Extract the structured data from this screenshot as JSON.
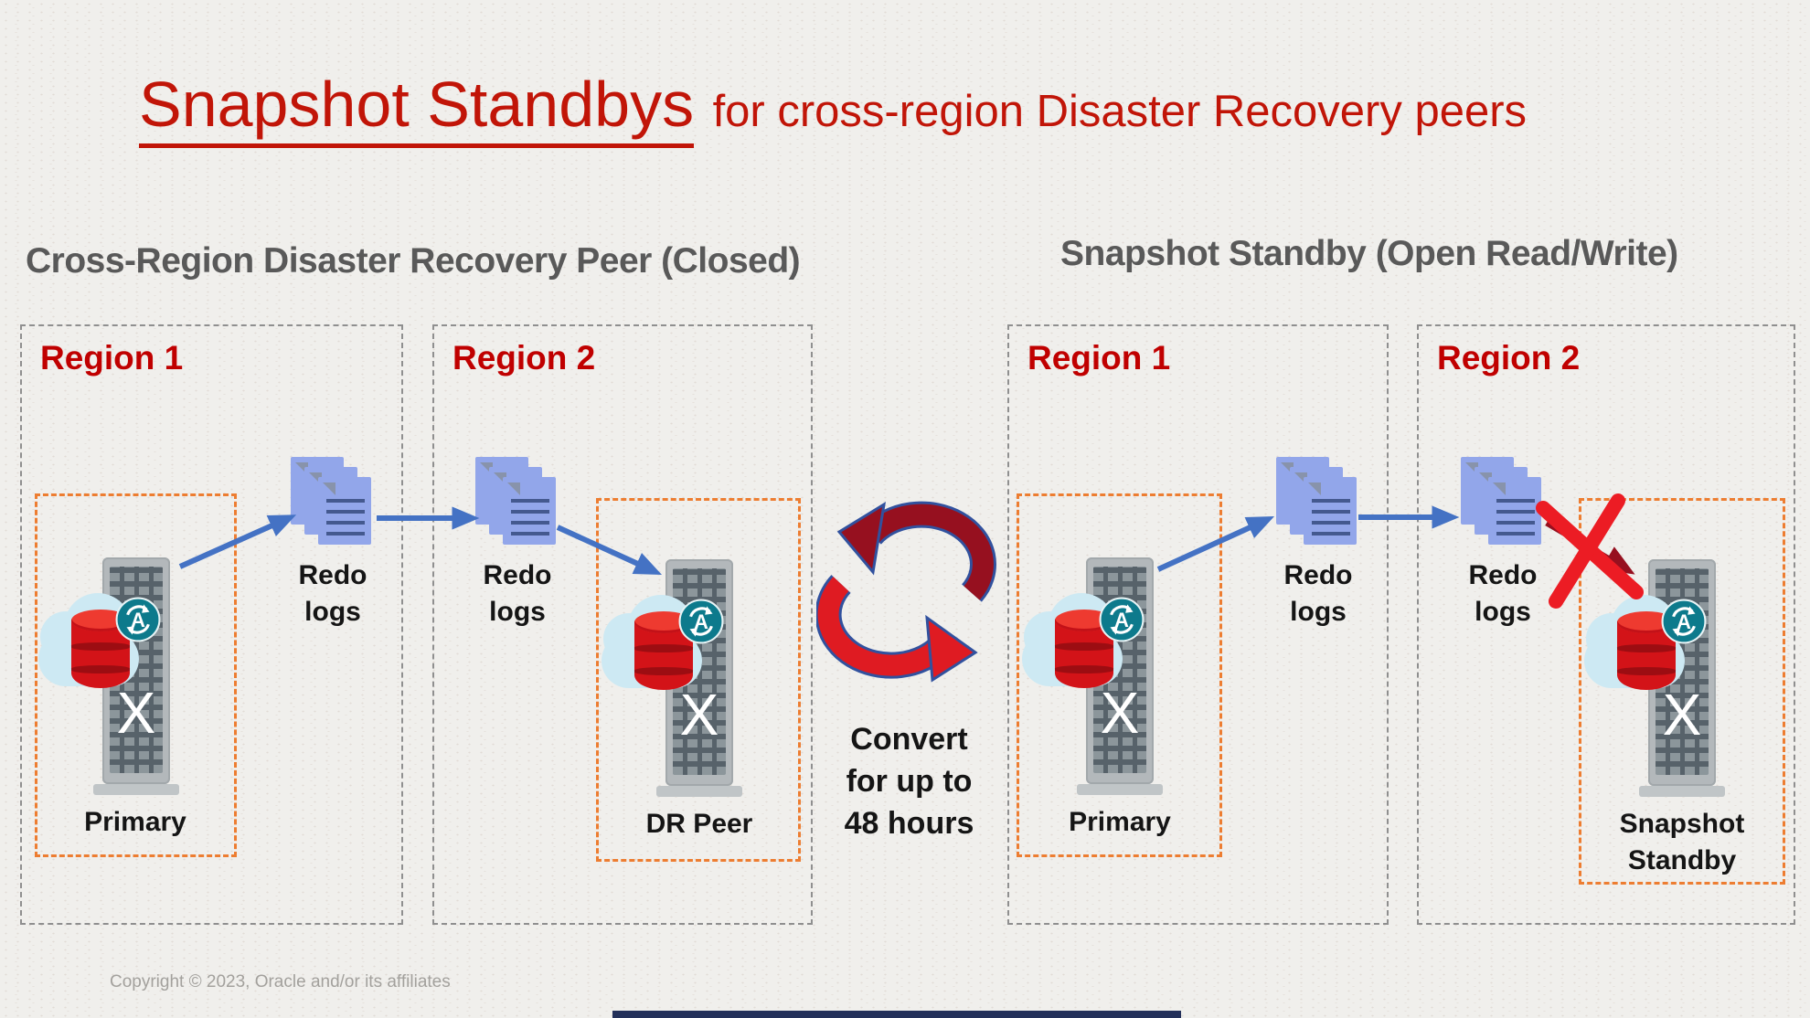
{
  "slide": {
    "title_main": "Snapshot Standbys",
    "title_suffix": "for cross-region Disaster Recovery peers",
    "copyright": "Copyright © 2023, Oracle and/or its affiliates"
  },
  "left_panel": {
    "header": "Cross-Region Disaster Recovery Peer (Closed)",
    "region1_label": "Region 1",
    "region2_label": "Region 2",
    "primary_label": "Primary",
    "dr_peer_label": "DR Peer"
  },
  "right_panel": {
    "header": "Snapshot Standby (Open Read/Write)",
    "region1_label": "Region 1",
    "region2_label": "Region 2",
    "primary_label": "Primary",
    "standby_line1": "Snapshot",
    "standby_line2": "Standby"
  },
  "labels": {
    "redo_line1": "Redo",
    "redo_line2": "logs",
    "convert_line1": "Convert",
    "convert_line2": "for up to",
    "convert_line3": "48 hours",
    "server_x": "X",
    "badge_letter": "A"
  },
  "colors": {
    "title_red": "#c11508",
    "region_label_red": "#c00000",
    "header_gray": "#595959",
    "arrow_blue": "#4472c4",
    "dark_red_arrow": "#96101f",
    "bright_red_x": "#ec1c24",
    "orange_dash": "#ed7d31",
    "badge_teal": "#0d7a8c",
    "doc_blue": "#92a6ea"
  }
}
